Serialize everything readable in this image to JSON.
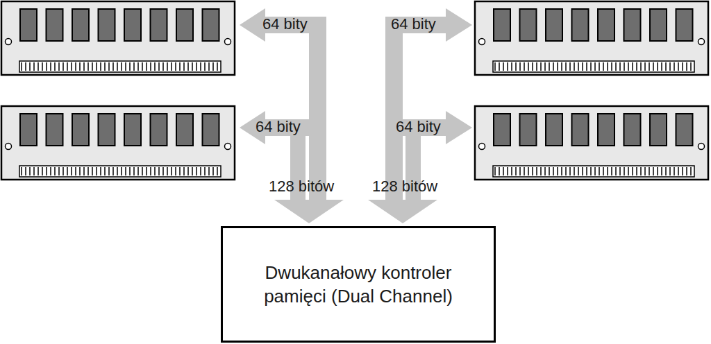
{
  "diagram": {
    "nodes": [
      {
        "text": [
          "Dwukanałowy kontroler pamięci (Dual Channel)"
        ]
      }
    ],
    "labels": [
      "64 bity",
      "64 bity",
      "64 bity",
      "64 bity",
      "128 bitów",
      "128 bitów"
    ]
  }
}
